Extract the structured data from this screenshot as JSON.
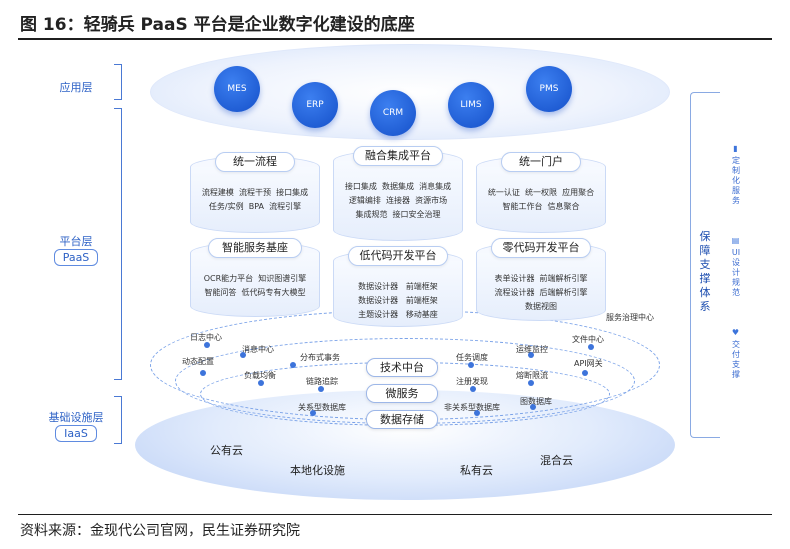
{
  "title": "图 16：轻骑兵 PaaS 平台是企业数字化建设的底座",
  "source": "资料来源：金现代公司官网，民生证券研究院",
  "layers": {
    "app": {
      "label": "应用层"
    },
    "platform": {
      "label": "平台层",
      "sub": "PaaS"
    },
    "infra": {
      "label": "基础设施层",
      "sub": "IaaS"
    }
  },
  "apps": [
    "MES",
    "ERP",
    "CRM",
    "LIMS",
    "PMS"
  ],
  "modules": {
    "process": {
      "title": "统一流程",
      "items": [
        "流程建模",
        "流程干预",
        "接口集成",
        "任务/实例",
        "BPA",
        "流程引擎"
      ]
    },
    "integration": {
      "title": "融合集成平台",
      "items": [
        "接口集成",
        "数据集成",
        "消息集成",
        "逻辑编排",
        "连接器",
        "资源市场",
        "集成规范",
        "接口安全治理"
      ]
    },
    "portal": {
      "title": "统一门户",
      "items": [
        "统一认证",
        "统一权限",
        "应用聚合",
        "智能工作台",
        "信息聚合"
      ]
    },
    "ai": {
      "title": "智能服务基座",
      "items": [
        "OCR能力平台",
        "知识图谱引擎",
        "智能问答",
        "低代码专有大模型"
      ]
    },
    "lowcode": {
      "title": "低代码开发平台",
      "items": [
        "数据设计器",
        "前端框架",
        "数据设计器",
        "前端框架",
        "主题设计器",
        "移动基座"
      ]
    },
    "zerocode": {
      "title": "零代码开发平台",
      "items": [
        "表单设计器",
        "前端解析引擎",
        "流程设计器",
        "后端解析引擎",
        "数据视图"
      ]
    }
  },
  "middle": {
    "tech": "技术中台",
    "micro": "微服务",
    "storage": "数据存储",
    "nodes": [
      "日志中心",
      "消息中心",
      "分布式事务",
      "任务调度",
      "运维监控",
      "文件中心",
      "服务治理中心",
      "动态配置",
      "负载均衡",
      "链路追踪",
      "注册发现",
      "熔断限流",
      "API网关",
      "关系型数据库",
      "非关系型数据库",
      "图数据库"
    ]
  },
  "clouds": [
    "公有云",
    "本地化设施",
    "私有云",
    "混合云"
  ],
  "support": {
    "title": "保障支撑体系",
    "items": [
      {
        "label": "定制化服务",
        "icon": "doc-icon"
      },
      {
        "label": "UI设计规范",
        "icon": "file-icon"
      },
      {
        "label": "交付支撑",
        "icon": "heart-icon"
      }
    ]
  }
}
